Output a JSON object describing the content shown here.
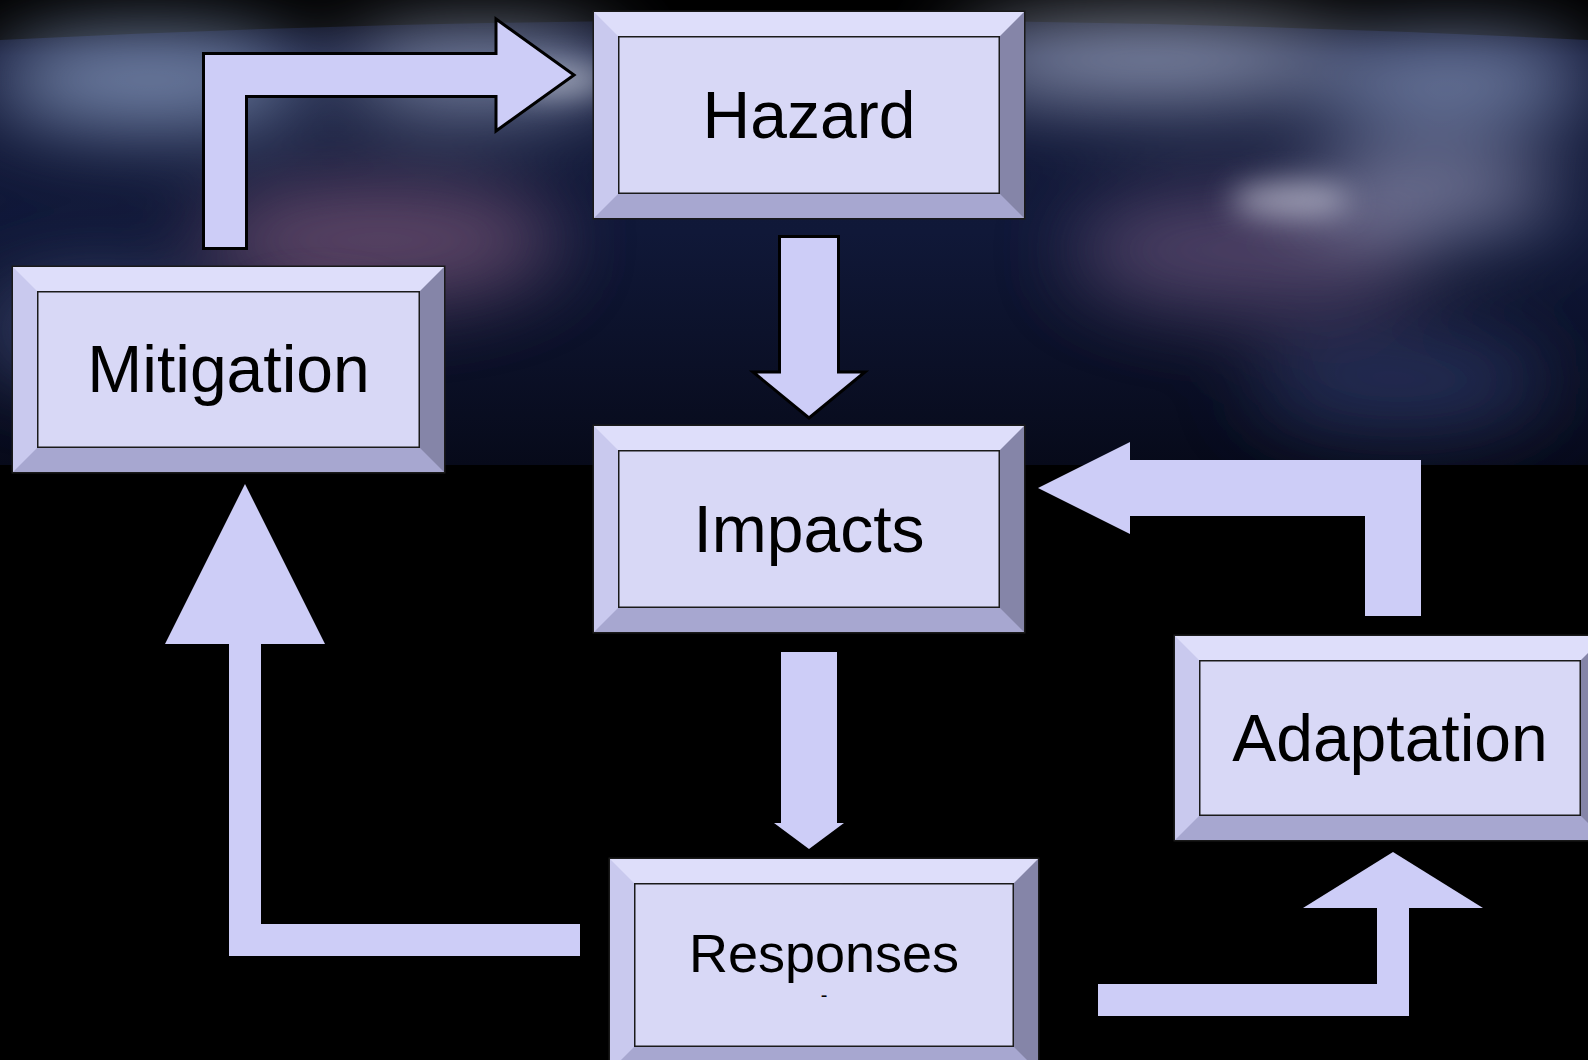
{
  "diagram": {
    "nodes": [
      {
        "text": [
          "Hazard"
        ]
      },
      {
        "text": [
          "Mitigation"
        ]
      },
      {
        "text": [
          "Impacts"
        ]
      },
      {
        "text": [
          "Adaptation"
        ]
      },
      {
        "text": [
          "Responses",
          "-"
        ]
      }
    ],
    "edges": [
      {
        "from": 0,
        "to": 2,
        "arrow": "to"
      },
      {
        "from": 2,
        "to": 4,
        "arrow": "to"
      },
      {
        "from": 4,
        "to": 3,
        "arrow": "to"
      },
      {
        "from": 3,
        "to": 2,
        "arrow": "to"
      },
      {
        "from": 4,
        "to": 1,
        "arrow": "to"
      },
      {
        "from": 1,
        "to": 0,
        "arrow": "to"
      }
    ]
  }
}
